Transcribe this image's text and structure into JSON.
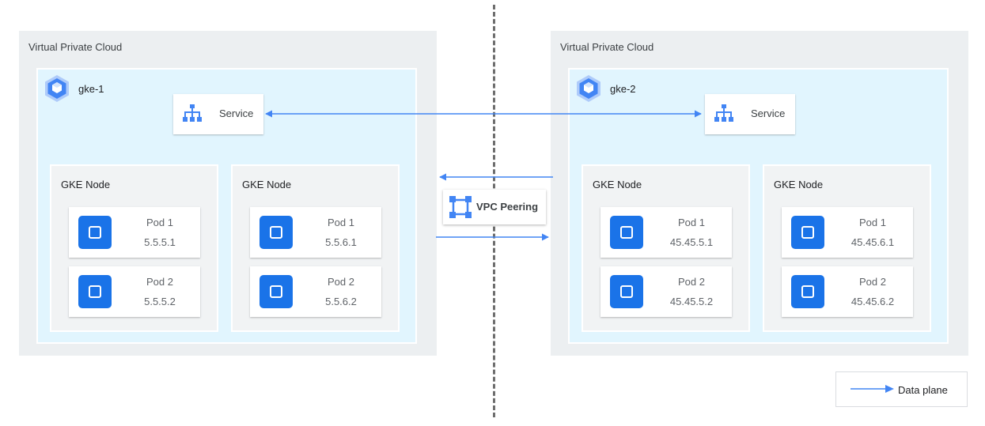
{
  "left": {
    "vpc_title": "Virtual Private Cloud",
    "cluster_name": "gke-1",
    "service_label": "Service",
    "nodes": [
      {
        "title": "GKE Node",
        "pods": [
          {
            "name": "Pod 1",
            "ip": "5.5.5.1"
          },
          {
            "name": "Pod 2",
            "ip": "5.5.5.2"
          }
        ]
      },
      {
        "title": "GKE Node",
        "pods": [
          {
            "name": "Pod 1",
            "ip": "5.5.6.1"
          },
          {
            "name": "Pod 2",
            "ip": "5.5.6.2"
          }
        ]
      }
    ]
  },
  "right": {
    "vpc_title": "Virtual Private Cloud",
    "cluster_name": "gke-2",
    "service_label": "Service",
    "nodes": [
      {
        "title": "GKE Node",
        "pods": [
          {
            "name": "Pod 1",
            "ip": "45.45.5.1"
          },
          {
            "name": "Pod 2",
            "ip": "45.45.5.2"
          }
        ]
      },
      {
        "title": "GKE Node",
        "pods": [
          {
            "name": "Pod 1",
            "ip": "45.45.6.1"
          },
          {
            "name": "Pod 2",
            "ip": "45.45.6.2"
          }
        ]
      }
    ]
  },
  "peering": {
    "label": "VPC Peering",
    "icon": "vpc-peering-icon"
  },
  "legend": {
    "label": "Data plane"
  },
  "colors": {
    "accent": "#1a73e8",
    "arrow": "#4285f4",
    "vpc_bg": "#eceff1",
    "cluster_bg": "#e1f5fe",
    "node_bg": "#f1f3f4",
    "icon_fill": "#4285f4"
  }
}
